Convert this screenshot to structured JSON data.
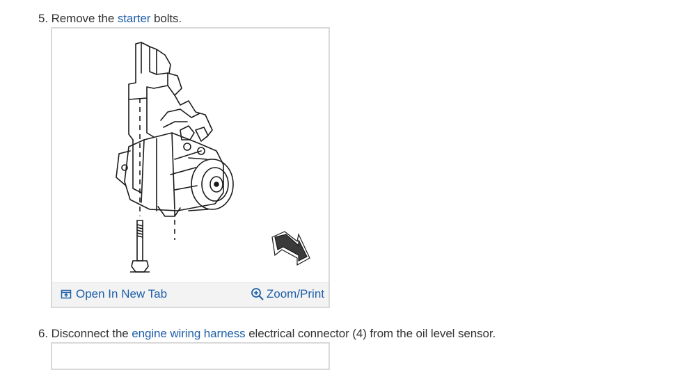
{
  "steps": [
    {
      "number": "5.",
      "parts": [
        "Remove the ",
        "starter",
        " bolts."
      ]
    },
    {
      "number": "6.",
      "parts": [
        "Disconnect the ",
        "engine wiring harness",
        " electrical connector (4) from the oil level sensor."
      ]
    }
  ],
  "figure": {
    "open_label": "Open In New Tab",
    "zoom_label": "Zoom/Print"
  },
  "colors": {
    "link": "#1f5fa8",
    "text": "#333333",
    "frame": "#d9d9d9",
    "toolbar": "#f3f3f3"
  },
  "icons": {
    "open": "open-new-tab-icon",
    "zoom": "zoom-magnifier-icon"
  }
}
